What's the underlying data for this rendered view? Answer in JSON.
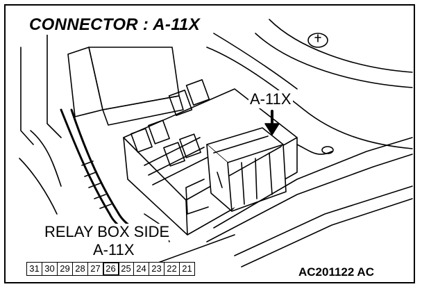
{
  "title": "CONNECTOR : A-11X",
  "callout_label": "A-11X",
  "relay_box_side": {
    "line1": "RELAY BOX SIDE",
    "line2": "A-11X"
  },
  "pins": [
    "31",
    "30",
    "29",
    "28",
    "27",
    "26",
    "25",
    "24",
    "23",
    "22",
    "21"
  ],
  "highlighted_pin": "26",
  "figure_code": "AC201122 AC",
  "colors": {
    "ink": "#000000",
    "paper": "#ffffff",
    "shade": "#bdbdbd"
  },
  "icons": [
    "arrow-down-icon"
  ]
}
